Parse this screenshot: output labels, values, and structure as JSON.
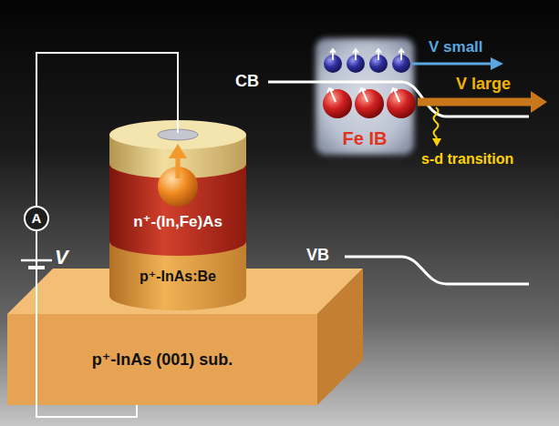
{
  "diagram": {
    "nodes": [
      {
        "text": [
          "n⁺-(In,Fe)As"
        ]
      },
      {
        "text": [
          "p⁺-InAs:Be"
        ]
      },
      {
        "text": [
          "p⁺-InAs (001) sub."
        ]
      },
      {
        "text": [
          "A"
        ]
      },
      {
        "text": [
          "Fe IB"
        ]
      }
    ],
    "edges": [
      {
        "from": 3,
        "to": 2,
        "arrow": "none"
      }
    ],
    "labels": [
      "V",
      "CB",
      "V small",
      "V large",
      "s-d transition",
      "VB"
    ]
  }
}
